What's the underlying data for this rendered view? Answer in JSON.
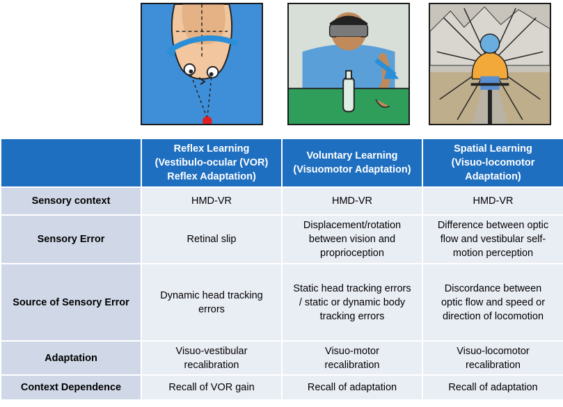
{
  "header": {
    "blank": "",
    "columns": [
      "Reflex Learning\n(Vestibulo-ocular (VOR)\nReflex Adaptation)",
      "Voluntary Learning\n(Visuomotor Adaptation)",
      "Spatial Learning\n(Visuo-locomotor\nAdaptation)"
    ]
  },
  "rows": [
    {
      "label": "Sensory context",
      "cells": [
        "HMD-VR",
        "HMD-VR",
        "HMD-VR"
      ]
    },
    {
      "label": "Sensory Error",
      "cells": [
        "Retinal slip",
        "Displacement/rotation\nbetween vision and\nproprioception",
        "Difference between optic\nflow and vestibular self-\nmotion perception"
      ]
    },
    {
      "label": "Source of Sensory Error",
      "cells": [
        "Dynamic head tracking\nerrors",
        "Static head tracking errors\n/ static or dynamic body\ntracking errors",
        "Discordance between\noptic flow and speed or\ndirection of locomotion"
      ]
    },
    {
      "label": "Adaptation",
      "cells": [
        "Visuo-vestibular\nrecalibration",
        "Visuo-motor\nrecalibration",
        "Visuo-locomotor\nrecalibration"
      ]
    },
    {
      "label": "Context Dependence",
      "cells": [
        "Recall of VOR gain",
        "Recall of adaptation",
        "Recall of adaptation"
      ]
    }
  ],
  "colors": {
    "header_bg": "#1f6fc0",
    "row_label_bg": "#d0d8e8",
    "cell_bg": "#e9edf4",
    "arrow_blue": "#2a8fd8"
  },
  "illustrations": [
    "head-rotation-vor-icon",
    "vr-headset-reaching-icon",
    "cyclist-optic-flow-icon"
  ]
}
